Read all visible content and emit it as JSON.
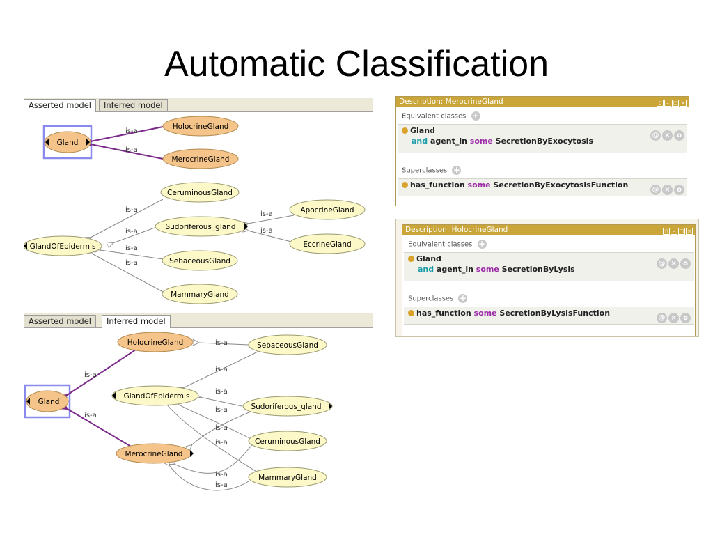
{
  "slide": {
    "title": "Automatic Classification"
  },
  "tabs": {
    "asserted": "Asserted model",
    "inferred": "Inferred model"
  },
  "edge_label": "is-a",
  "asserted_graph": {
    "nodes": {
      "gland": "Gland",
      "holocrine": "HolocrineGland",
      "merocrine": "MerocrineGland",
      "ceruminous": "CeruminousGland",
      "sudoriferous": "Sudoriferous_gland",
      "apocrine": "ApocrineGland",
      "eccrine": "EccrineGland",
      "epidermis": "GlandOfEpidermis",
      "sebaceous": "SebaceousGland",
      "mammary": "MammaryGland"
    }
  },
  "inferred_graph": {
    "nodes": {
      "holocrine": "HolocrineGland",
      "sebaceous": "SebaceousGland",
      "epidermis": "GlandOfEpidermis",
      "sudoriferous": "Sudoriferous_gland",
      "gland": "Gland",
      "ceruminous": "CeruminousGland",
      "merocrine": "MerocrineGland",
      "mammary": "MammaryGland"
    }
  },
  "desc_merocrine": {
    "header": "Description: MerocrineGland",
    "equivalent_label": "Equivalent classes",
    "equiv_class": "Gland",
    "equiv_and": "and",
    "equiv_prop": "agent_in",
    "equiv_some": "some",
    "equiv_filler": "SecretionByExocytosis",
    "superclasses_label": "Superclasses",
    "super_prop": "has_function",
    "super_some": "some",
    "super_filler": "SecretionByExocytosisFunction"
  },
  "desc_holocrine": {
    "header": "Description: HolocrineGland",
    "equivalent_label": "Equivalent classes",
    "equiv_class": "Gland",
    "equiv_and": "and",
    "equiv_prop": "agent_in",
    "equiv_some": "some",
    "equiv_filler": "SecretionByLysis",
    "superclasses_label": "Superclasses",
    "super_prop": "has_function",
    "super_some": "some",
    "super_filler": "SecretionByLysisFunction"
  },
  "icons": {
    "add": "add-icon",
    "annotate": "at-icon",
    "delete": "delete-icon",
    "edit": "edit-icon"
  },
  "colors": {
    "defined_class": "#f5c48a",
    "primitive_class": "#fcf8c8",
    "is_a_primary": "#7b2a8a",
    "header": "#c9a53a"
  }
}
